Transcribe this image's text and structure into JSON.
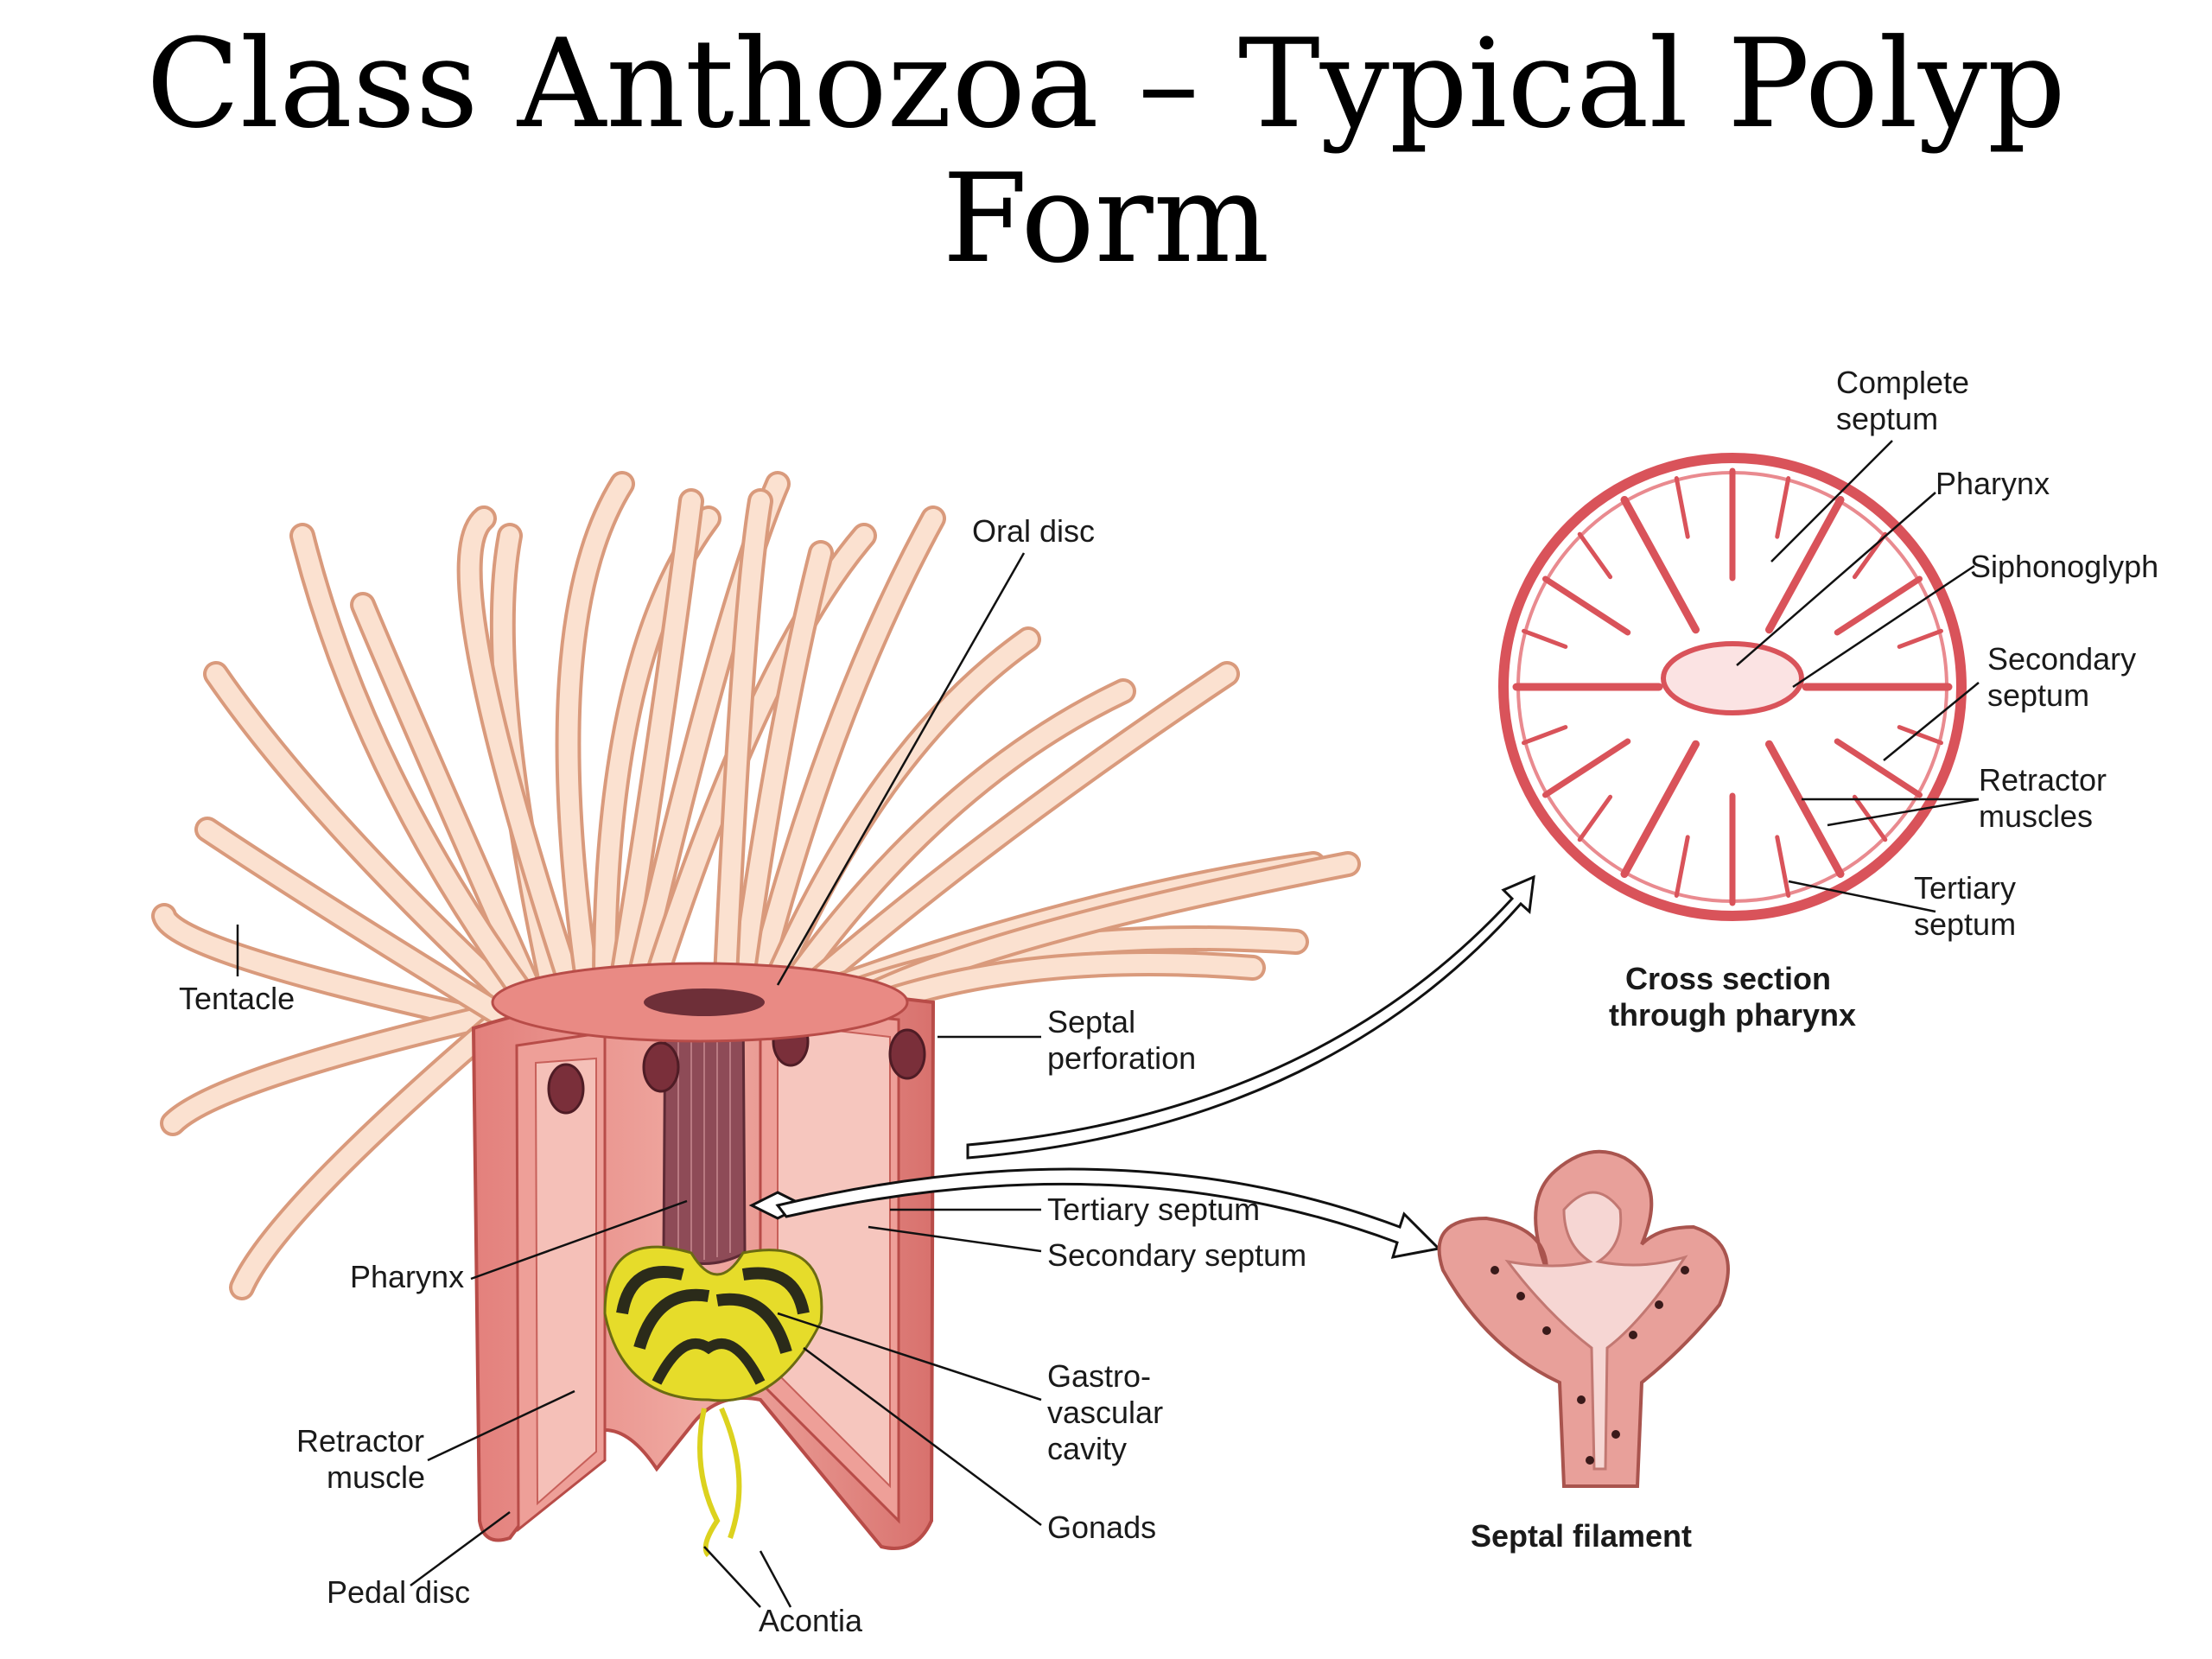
{
  "title": "Class Anthozoa – Typical Polyp Form",
  "labels": {
    "oral_disc": "Oral disc",
    "tentacle": "Tentacle",
    "septal_perforation": [
      "Septal",
      "perforation"
    ],
    "tertiary_septum": "Tertiary septum",
    "secondary_septum": "Secondary septum",
    "pharynx": "Pharynx",
    "gastrovascular_cavity": [
      "Gastro-",
      "vascular",
      "cavity"
    ],
    "retractor_muscle": [
      "Retractor",
      "muscle"
    ],
    "gonads": "Gonads",
    "pedal_disc": "Pedal disc",
    "acontia": "Acontia"
  },
  "cross_section": {
    "caption": [
      "Cross section",
      "through pharynx"
    ],
    "complete_septum": [
      "Complete",
      "septum"
    ],
    "pharynx": "Pharynx",
    "siphonoglyph": "Siphonoglyph",
    "secondary_septum": [
      "Secondary",
      "septum"
    ],
    "retractor_muscles": [
      "Retractor",
      "muscles"
    ],
    "tertiary_septum": [
      "Tertiary",
      "septum"
    ]
  },
  "septal_filament": {
    "caption": "Septal filament"
  },
  "colors": {
    "tentacle": "#f6d2bc",
    "tentacle_edge": "#d89a7c",
    "body": "#e8968f",
    "body_dark": "#c0504a",
    "pharynx": "#8c4a55",
    "gonads_yellow": "#e6dc2a",
    "gonads_dark": "#2b2b1a",
    "ring_red": "#d9535a",
    "filament": "#e8a09a"
  }
}
